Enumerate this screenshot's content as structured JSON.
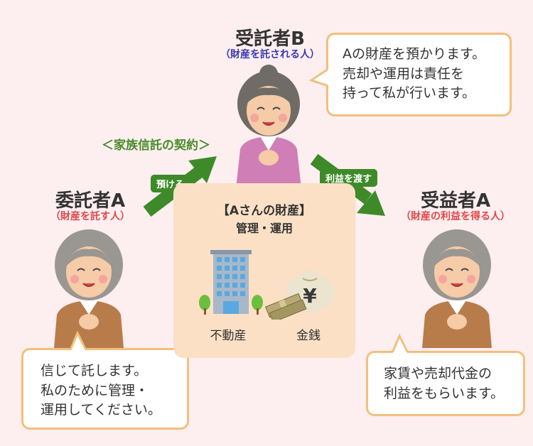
{
  "trustee": {
    "title": "受託者B",
    "subtitle": "（財産を託される人）"
  },
  "settlor": {
    "title": "委託者A",
    "subtitle": "（財産を託す人）"
  },
  "beneficiary": {
    "title": "受益者A",
    "subtitle": "（財産の利益を得る人）"
  },
  "contract_label": "＜家族信託の契約＞",
  "arrows": {
    "entrust": "預ける",
    "deliver": "利益を渡す"
  },
  "asset_box": {
    "title": "【Aさんの財産】",
    "subtitle": "管理・運用",
    "items": [
      {
        "label": "不動産",
        "icon": "building-icon"
      },
      {
        "label": "金銭",
        "icon": "money-bag-icon"
      }
    ]
  },
  "bubbles": {
    "trustee": [
      "Aの財産を預かります。",
      "売却や運用は責任を",
      "持って私が行います。"
    ],
    "settlor": [
      "信じて託します。",
      "私のために管理・",
      "運用してください。"
    ],
    "beneficiary": [
      "家賃や売却代金の",
      "利益をもらいます。"
    ]
  },
  "colors": {
    "title_blue": "#3a3ab0",
    "subtitle_red": "#e04848",
    "arrow_green": "#3e8a28",
    "bubble_border": "#f2c07a",
    "background": "#fdeef0",
    "box_bg": "#fbe0c6"
  }
}
